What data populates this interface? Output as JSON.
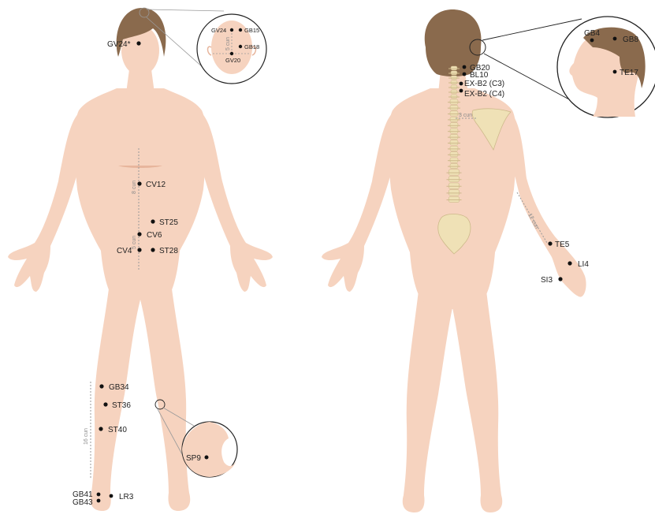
{
  "colors": {
    "skin": "#f6d3bf",
    "skin_shadow": "#e7b59c",
    "hair": "#8a6a4d",
    "hair_dark": "#6e5238",
    "spine": "#efe1b6",
    "spine_edge": "#cdb98a",
    "point": "#111111",
    "guide": "#9a9a9a"
  },
  "front_view": {
    "points": {
      "gv24_star": "GV24*",
      "cv12": "CV12",
      "st25": "ST25",
      "cv6": "CV6",
      "cv4": "CV4",
      "st28": "ST28",
      "gb34": "GB34",
      "st36": "ST36",
      "st40": "ST40",
      "lr3": "LR3",
      "gb41": "GB41",
      "gb43": "GB43"
    },
    "measures": {
      "torso_upper": "8 cun",
      "torso_lower": "5 cun",
      "leg": "16 cun"
    },
    "head_inset": {
      "points": {
        "gv24": "GV24",
        "gb15": "GB15",
        "gb18": "GB18",
        "gv20": "GV20"
      },
      "measure": "5 cun"
    },
    "knee_inset": {
      "points": {
        "sp9": "SP9"
      }
    }
  },
  "back_view": {
    "points": {
      "gb20": "GB20",
      "bl10": "BL10",
      "exb2_c3": "EX-B2 (C3)",
      "exb2_c4": "EX-B2 (C4)",
      "te5": "TE5",
      "li4": "LI4",
      "si3": "SI3"
    },
    "measures": {
      "shoulder": "3 cun",
      "forearm": "12 cun"
    },
    "side_head_inset": {
      "points": {
        "gb4": "GB4",
        "gb8": "GB8",
        "te17": "TE17"
      }
    }
  }
}
